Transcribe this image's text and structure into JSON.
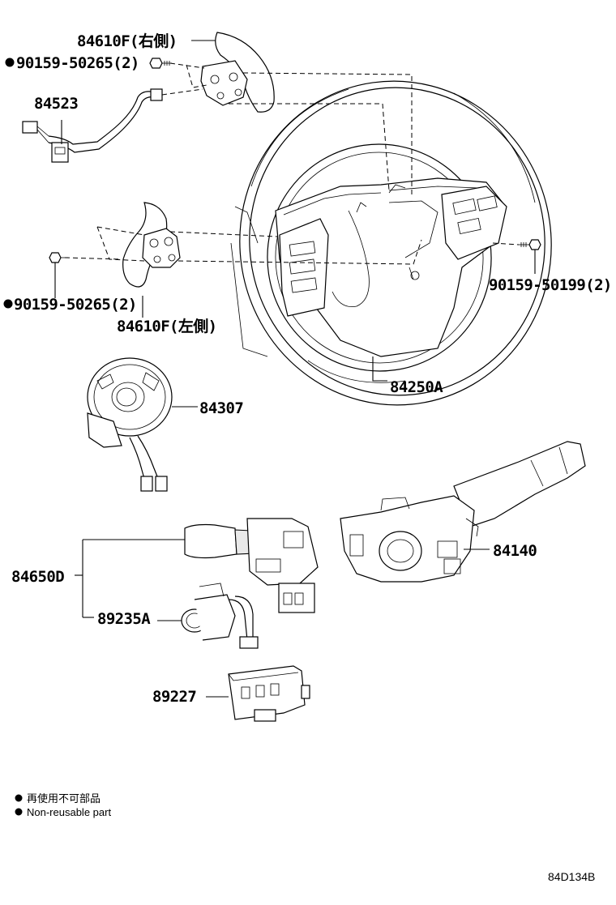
{
  "labels": {
    "paddle_right": "84610F(右側)",
    "bolt_top": "90159-50265(2)",
    "harness": "84523",
    "bolt_left": "90159-50265(2)",
    "paddle_left": "84610F(左側)",
    "bolt_right": "90159-50199(2)",
    "steering_wheel": "84250A",
    "spiral_cable": "84307",
    "combination_switch": "84140",
    "wiper_switch": "84650D",
    "switch_89235a": "89235A",
    "module_89227": "89227"
  },
  "legend": {
    "line_jp": "再使用不可部品",
    "line_en": "Non-reusable part"
  },
  "diagram_code": "84D134B"
}
